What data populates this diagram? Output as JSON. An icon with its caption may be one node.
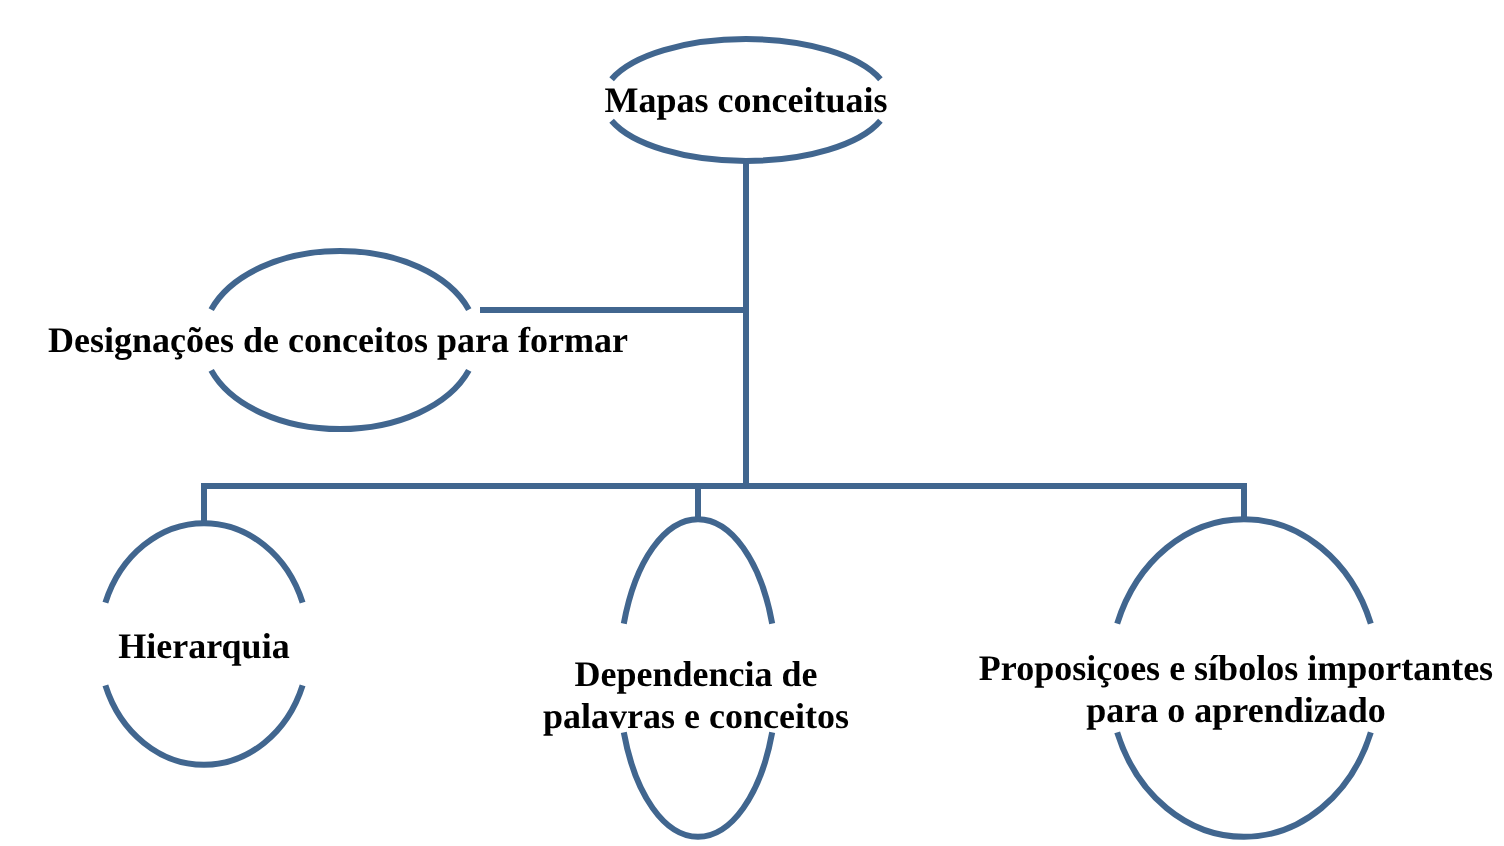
{
  "diagram": {
    "nodes": [
      {
        "text": [
          "Mapas conceituais"
        ]
      },
      {
        "text": [
          "Designações de conceitos para formar"
        ]
      },
      {
        "text": [
          "Hierarquia"
        ]
      },
      {
        "text": [
          "Dependencia de palavras e conceitos"
        ]
      },
      {
        "text": [
          "Proposiçoes e síbolos importantes para o aprendizado"
        ]
      }
    ],
    "edges": [
      {
        "from": 0,
        "to": 1,
        "arrow": "none"
      },
      {
        "from": 0,
        "to": 2,
        "arrow": "none"
      },
      {
        "from": 0,
        "to": 3,
        "arrow": "none"
      },
      {
        "from": 0,
        "to": 4,
        "arrow": "none"
      }
    ]
  }
}
